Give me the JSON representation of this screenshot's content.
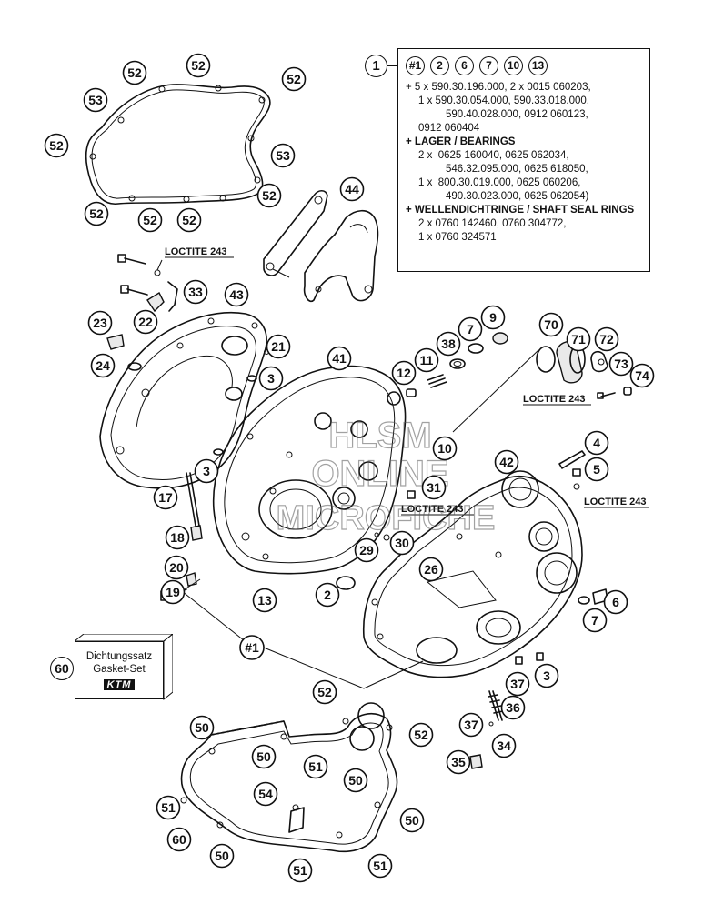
{
  "info_box": {
    "ref": "1",
    "header_refs": [
      "#1",
      "2",
      "6",
      "7",
      "10",
      "13"
    ],
    "sections": [
      {
        "prefix": "+",
        "lines": [
          "5 x 590.30.196.000, 2 x 0015 060203,",
          "1 x 590.30.054.000, 590.33.018.000,",
          "590.40.028.000, 0912 060123,",
          "0912 060404"
        ]
      },
      {
        "title": "LAGER / BEARINGS",
        "lines": [
          "2 x  0625 160040, 0625 062034,",
          "546.32.095.000, 0625 618050,",
          "1 x  800.30.019.000, 0625 060206,",
          "490.30.023.000, 0625 062054)"
        ]
      },
      {
        "title": "WELLENDICHTRINGE / SHAFT SEAL RINGS",
        "lines": [
          "2 x 0760 142460, 0760 304772,",
          "1 x 0760 324571"
        ]
      }
    ]
  },
  "notes": {
    "loctite": "LOCTITE 243"
  },
  "gasket_set": {
    "ref": "60",
    "line1": "Dichtungssatz",
    "line2": "Gasket-Set",
    "brand": "KTM"
  },
  "assembly_label": "#1",
  "watermark": [
    "HLSM",
    "ONLINE",
    "MICROFICHE"
  ],
  "callouts": [
    "52",
    "52",
    "52",
    "53",
    "52",
    "53",
    "52",
    "52",
    "52",
    "52",
    "44",
    "33",
    "22",
    "43",
    "23",
    "21",
    "24",
    "3",
    "41",
    "12",
    "11",
    "38",
    "7",
    "9",
    "70",
    "71",
    "72",
    "73",
    "74",
    "4",
    "5",
    "10",
    "31",
    "42",
    "3",
    "17",
    "18",
    "29",
    "30",
    "26",
    "20",
    "19",
    "13",
    "2",
    "6",
    "7",
    "3",
    "37",
    "36",
    "37",
    "34",
    "35",
    "52",
    "50",
    "52",
    "50",
    "51",
    "50",
    "54",
    "51",
    "60",
    "50",
    "50",
    "51",
    "51"
  ]
}
